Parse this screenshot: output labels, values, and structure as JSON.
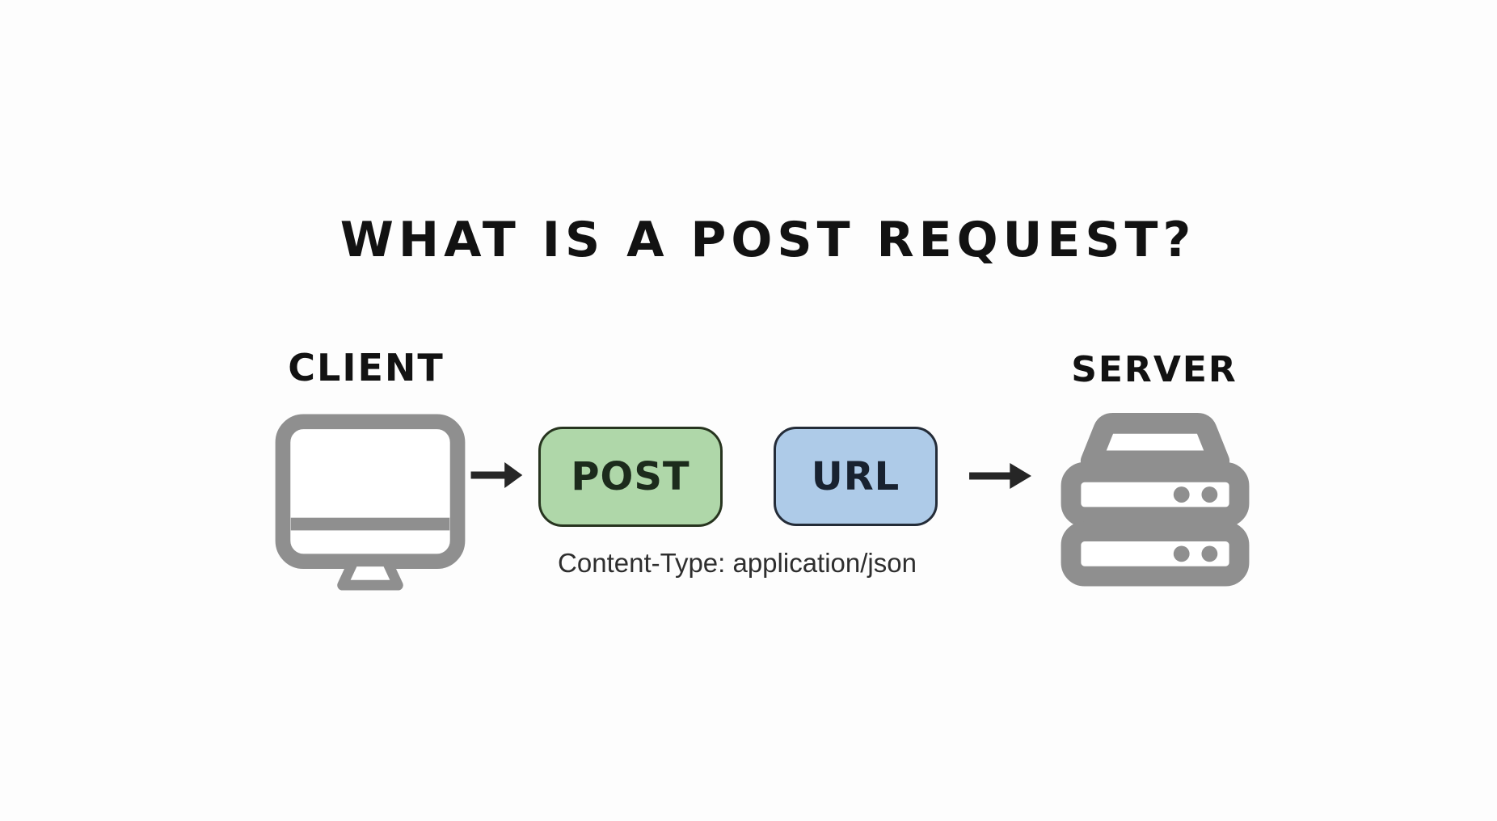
{
  "title": "WHAT IS A POST REQUEST?",
  "client": {
    "label": "CLIENT",
    "icon": "monitor-icon"
  },
  "server": {
    "label": "SERVER",
    "icon": "server-rack-icon"
  },
  "flow": {
    "method_box": {
      "label": "POST"
    },
    "url_box": {
      "label": "URL"
    },
    "header_caption": "Content-Type: application/json",
    "arrows": [
      "arrow-right-icon",
      "arrow-right-icon"
    ]
  },
  "colors": {
    "background": "#fdfdfd",
    "text": "#121212",
    "icon_gray": "#8f8f8f",
    "arrow": "#262626",
    "method_fill": "#afd7a9",
    "method_border": "#27341f",
    "method_text": "#1c2b1c",
    "url_fill": "#aecbe8",
    "url_border": "#242c38",
    "url_text": "#182230",
    "caption_text": "#2e2e2e"
  }
}
